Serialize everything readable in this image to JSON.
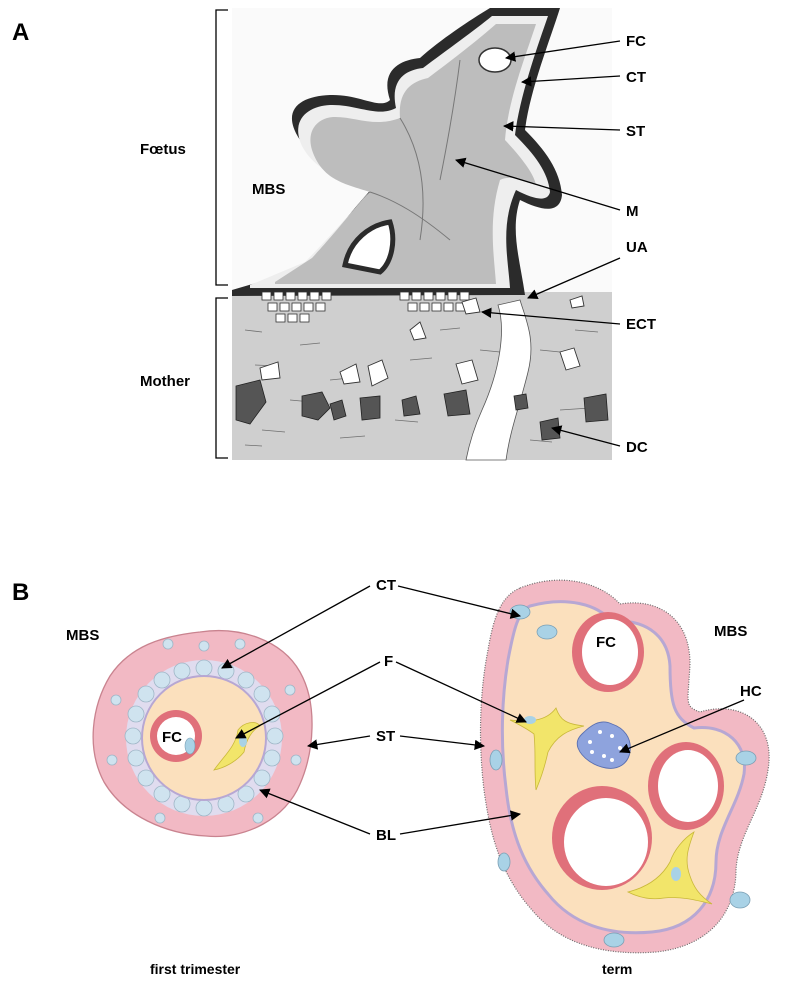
{
  "panel_a": {
    "panel_label": "A",
    "labels": {
      "foetus": "Fœtus",
      "mother": "Mother",
      "mbs": "MBS",
      "fc": "FC",
      "ct": "CT",
      "st": "ST",
      "m": "M",
      "ua": "UA",
      "ect": "ECT",
      "dc": "DC"
    }
  },
  "panel_b": {
    "panel_label": "B",
    "labels": {
      "mbs_left": "MBS",
      "mbs_right": "MBS",
      "fc_left": "FC",
      "fc_right": "FC",
      "ct": "CT",
      "f": "F",
      "st": "ST",
      "bl": "BL",
      "hc": "HC"
    },
    "captions": {
      "first_trimester": "first trimester",
      "term": "term"
    }
  },
  "colors": {
    "syncytio": "#f2b9c4",
    "syncytio_edge": "#c9838f",
    "basal": "#b7a7d3",
    "stroma": "#fbe0bd",
    "vessel": "#e0707a",
    "cyto": "#cfe3ef",
    "cyto_nucleus": "#a9d2e6",
    "fibro": "#f2e56a",
    "hofbauer": "#8ea3dd",
    "villus_dark": "#3a3a3a",
    "decidua": "#cfcfcf"
  }
}
